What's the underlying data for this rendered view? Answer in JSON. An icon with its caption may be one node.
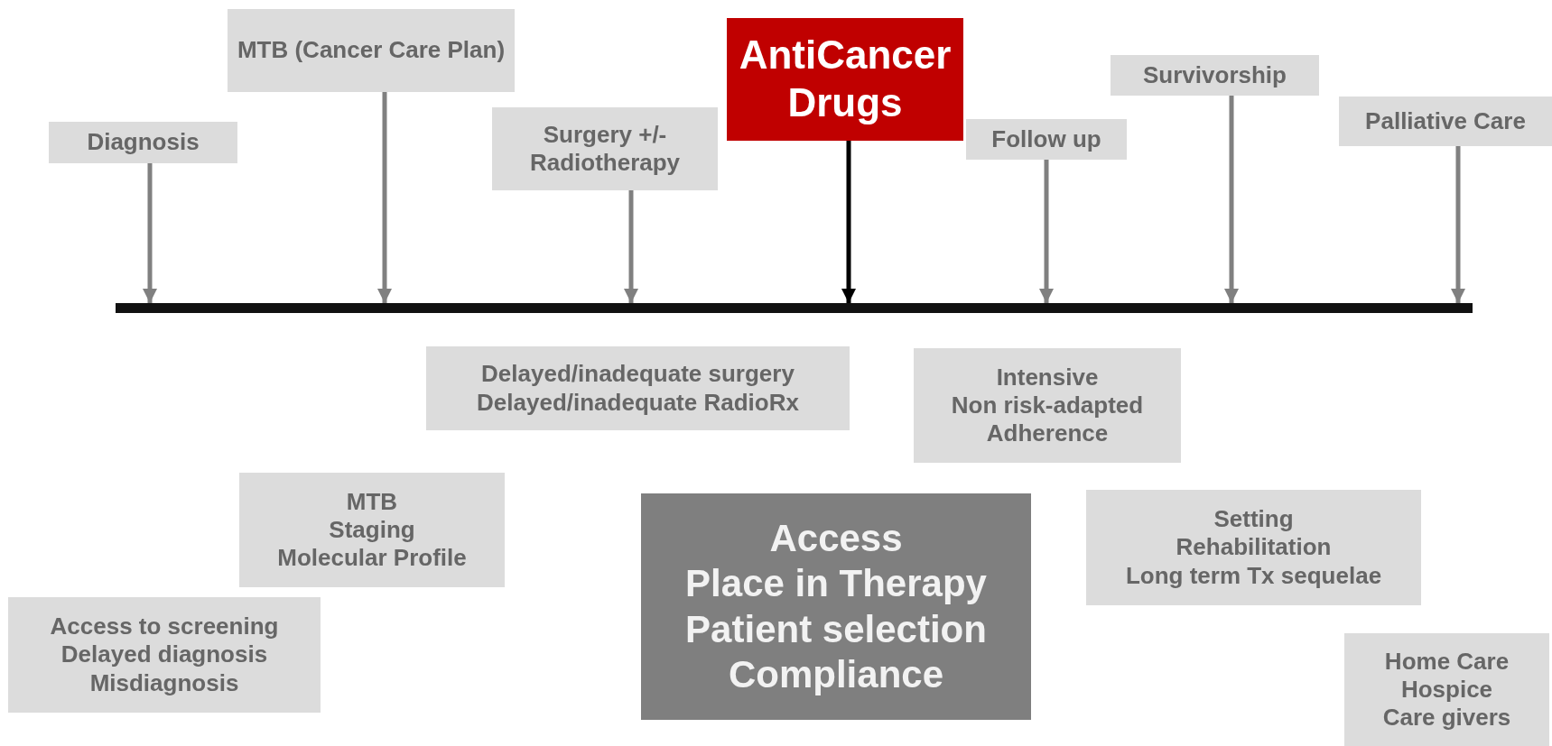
{
  "diagram": {
    "nodes": [
      {
        "text": [
          "Diagnosis"
        ]
      },
      {
        "text": [
          "MTB (Cancer Care Plan)"
        ]
      },
      {
        "text": [
          "Surgery +/- Radiotherapy"
        ]
      },
      {
        "text": [
          "AntiCancer Drugs"
        ]
      },
      {
        "text": [
          "Follow up"
        ]
      },
      {
        "text": [
          "Survivorship"
        ]
      },
      {
        "text": [
          "Palliative Care"
        ]
      },
      {
        "text": [],
        "shape": "bar"
      },
      {
        "text": [
          "Delayed/inadequate surgery",
          "Delayed/inadequate RadioRx"
        ]
      },
      {
        "text": [
          "Intensive",
          "Non risk-adapted",
          "Adherence"
        ]
      },
      {
        "text": [
          "MTB",
          "Staging",
          "Molecular Profile"
        ]
      },
      {
        "text": [
          "Access",
          "Place in Therapy",
          "Patient selection",
          "Compliance"
        ]
      },
      {
        "text": [
          "Setting",
          "Rehabilitation",
          "Long term Tx sequelae"
        ]
      },
      {
        "text": [
          "Access to screening",
          "Delayed diagnosis",
          "Misdiagnosis"
        ]
      },
      {
        "text": [
          "Home Care",
          "Hospice",
          "Care givers"
        ]
      }
    ],
    "edges": [
      {
        "from": 0,
        "to": 7,
        "arrow": "to"
      },
      {
        "from": 1,
        "to": 7,
        "arrow": "to"
      },
      {
        "from": 2,
        "to": 7,
        "arrow": "to"
      },
      {
        "from": 3,
        "to": 7,
        "arrow": "to",
        "color": "#000000"
      },
      {
        "from": 4,
        "to": 7,
        "arrow": "to"
      },
      {
        "from": 5,
        "to": 7,
        "arrow": "to"
      },
      {
        "from": 6,
        "to": 7,
        "arrow": "to"
      }
    ]
  }
}
